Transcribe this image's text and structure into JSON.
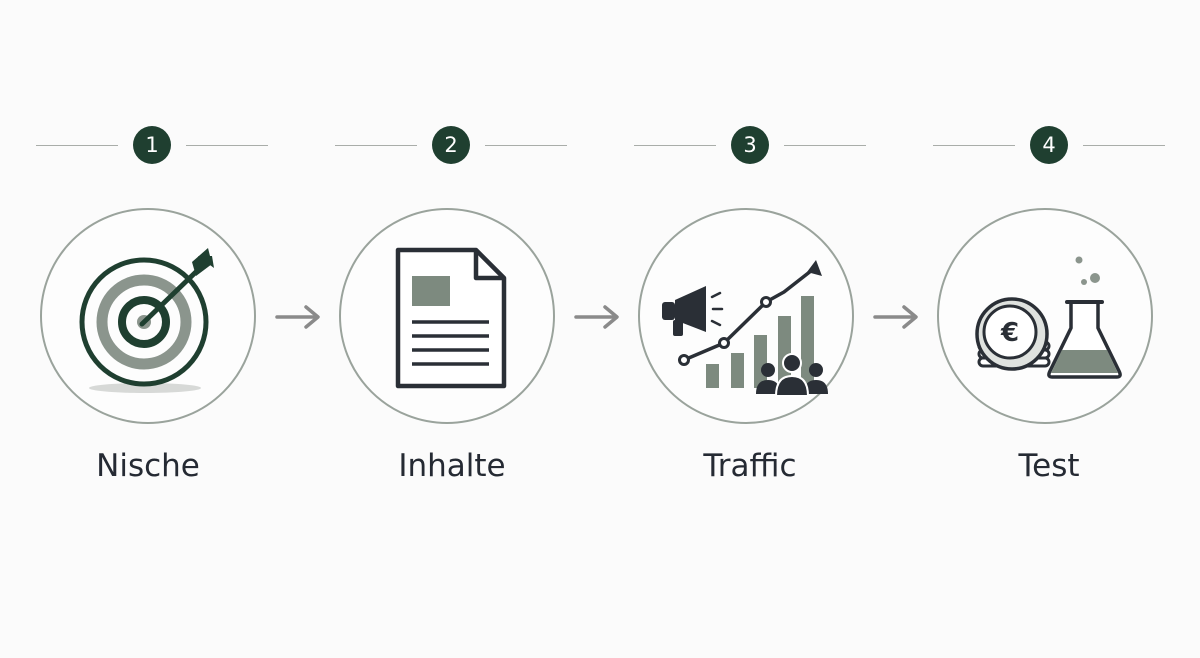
{
  "steps": [
    {
      "number": "1",
      "label": "Nische",
      "icon": "target-icon"
    },
    {
      "number": "2",
      "label": "Inhalte",
      "icon": "document-icon"
    },
    {
      "number": "3",
      "label": "Traffic",
      "icon": "traffic-growth-icon"
    },
    {
      "number": "4",
      "label": "Test",
      "icon": "euro-coins-flask-icon"
    }
  ],
  "icon_glyphs": {
    "currency": "€"
  },
  "colors": {
    "accent_dark_green": "#1f3f30",
    "muted_green": "#7d8a7f",
    "outline_gray": "#9aa39c",
    "arrow_gray": "#8a8a8a",
    "text": "#252a33",
    "background": "#fbfbfb"
  }
}
